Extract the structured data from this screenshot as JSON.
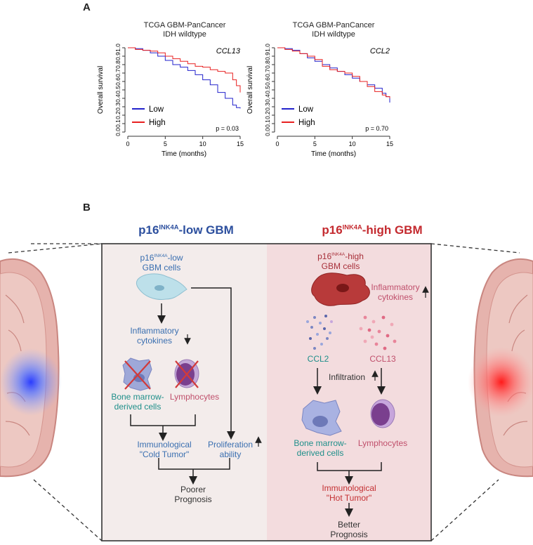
{
  "panel_a": {
    "letter": "A",
    "plots": [
      {
        "title_line1": "TCGA GBM-PanCancer",
        "title_line2": "IDH wildtype",
        "gene": "CCL13",
        "p_value": "p = 0.03",
        "ylabel": "Overall survival",
        "xlabel": "Time (months)",
        "yticks": [
          "1.0",
          "0.9",
          "0.8",
          "0.7",
          "0.6",
          "0.5",
          "0.4",
          "0.3",
          "0.2",
          "0.1",
          "0.0"
        ],
        "xticks": [
          "0",
          "5",
          "10",
          "15"
        ],
        "legend": [
          {
            "label": "Low",
            "color": "#2222cc"
          },
          {
            "label": "High",
            "color": "#e82020"
          }
        ]
      },
      {
        "title_line1": "TCGA GBM-PanCancer",
        "title_line2": "IDH wildtype",
        "gene": "CCL2",
        "p_value": "p = 0.70",
        "ylabel": "Overall survival",
        "xlabel": "Time (months)",
        "yticks": [
          "1.0",
          "0.9",
          "0.8",
          "0.7",
          "0.6",
          "0.5",
          "0.4",
          "0.3",
          "0.2",
          "0.1",
          "0.0"
        ],
        "xticks": [
          "0",
          "5",
          "10",
          "15"
        ],
        "legend": [
          {
            "label": "Low",
            "color": "#2222cc"
          },
          {
            "label": "High",
            "color": "#e82020"
          }
        ]
      }
    ]
  },
  "panel_b": {
    "letter": "B",
    "low": {
      "header_prefix": "p16",
      "header_sup": "INK4A",
      "header_suffix": "-low GBM",
      "cells_prefix": "p16",
      "cells_sup": "INK4A",
      "cells_suffix": "-low",
      "cells_line2": "GBM cells",
      "cytokines": "Inflammatory cytokines",
      "bone_marrow": "Bone marrow-derived cells",
      "lymphocytes": "Lymphocytes",
      "immunological_1": "Immunological",
      "immunological_2": "\"Cold Tumor\"",
      "proliferation_1": "Proliferation",
      "proliferation_2": "ability",
      "prognosis_1": "Poorer",
      "prognosis_2": "Prognosis"
    },
    "high": {
      "header_prefix": "p16",
      "header_sup": "INK4A",
      "header_suffix": "-high GBM",
      "cells_prefix": "p16",
      "cells_sup": "INK4A",
      "cells_suffix": "-high",
      "cells_line2": "GBM cells",
      "cytokines": "Inflammatory cytokines",
      "ccl2": "CCL2",
      "ccl13": "CCL13",
      "infiltration": "Infiltration",
      "bone_marrow": "Bone marrow-derived cells",
      "lymphocytes": "Lymphocytes",
      "immunological_1": "Immunological",
      "immunological_2": "\"Hot Tumor\"",
      "prognosis_1": "Better",
      "prognosis_2": "Prognosis"
    },
    "colors": {
      "low_header": "#2c4f9e",
      "high_header": "#c42a2f",
      "low_bg": "#f3eceb",
      "high_bg": "#f3dcde",
      "blue_text": "#3a6fb0",
      "teal_text": "#1f8f8a",
      "pink_text": "#c0506c",
      "red_text": "#c43033"
    }
  }
}
